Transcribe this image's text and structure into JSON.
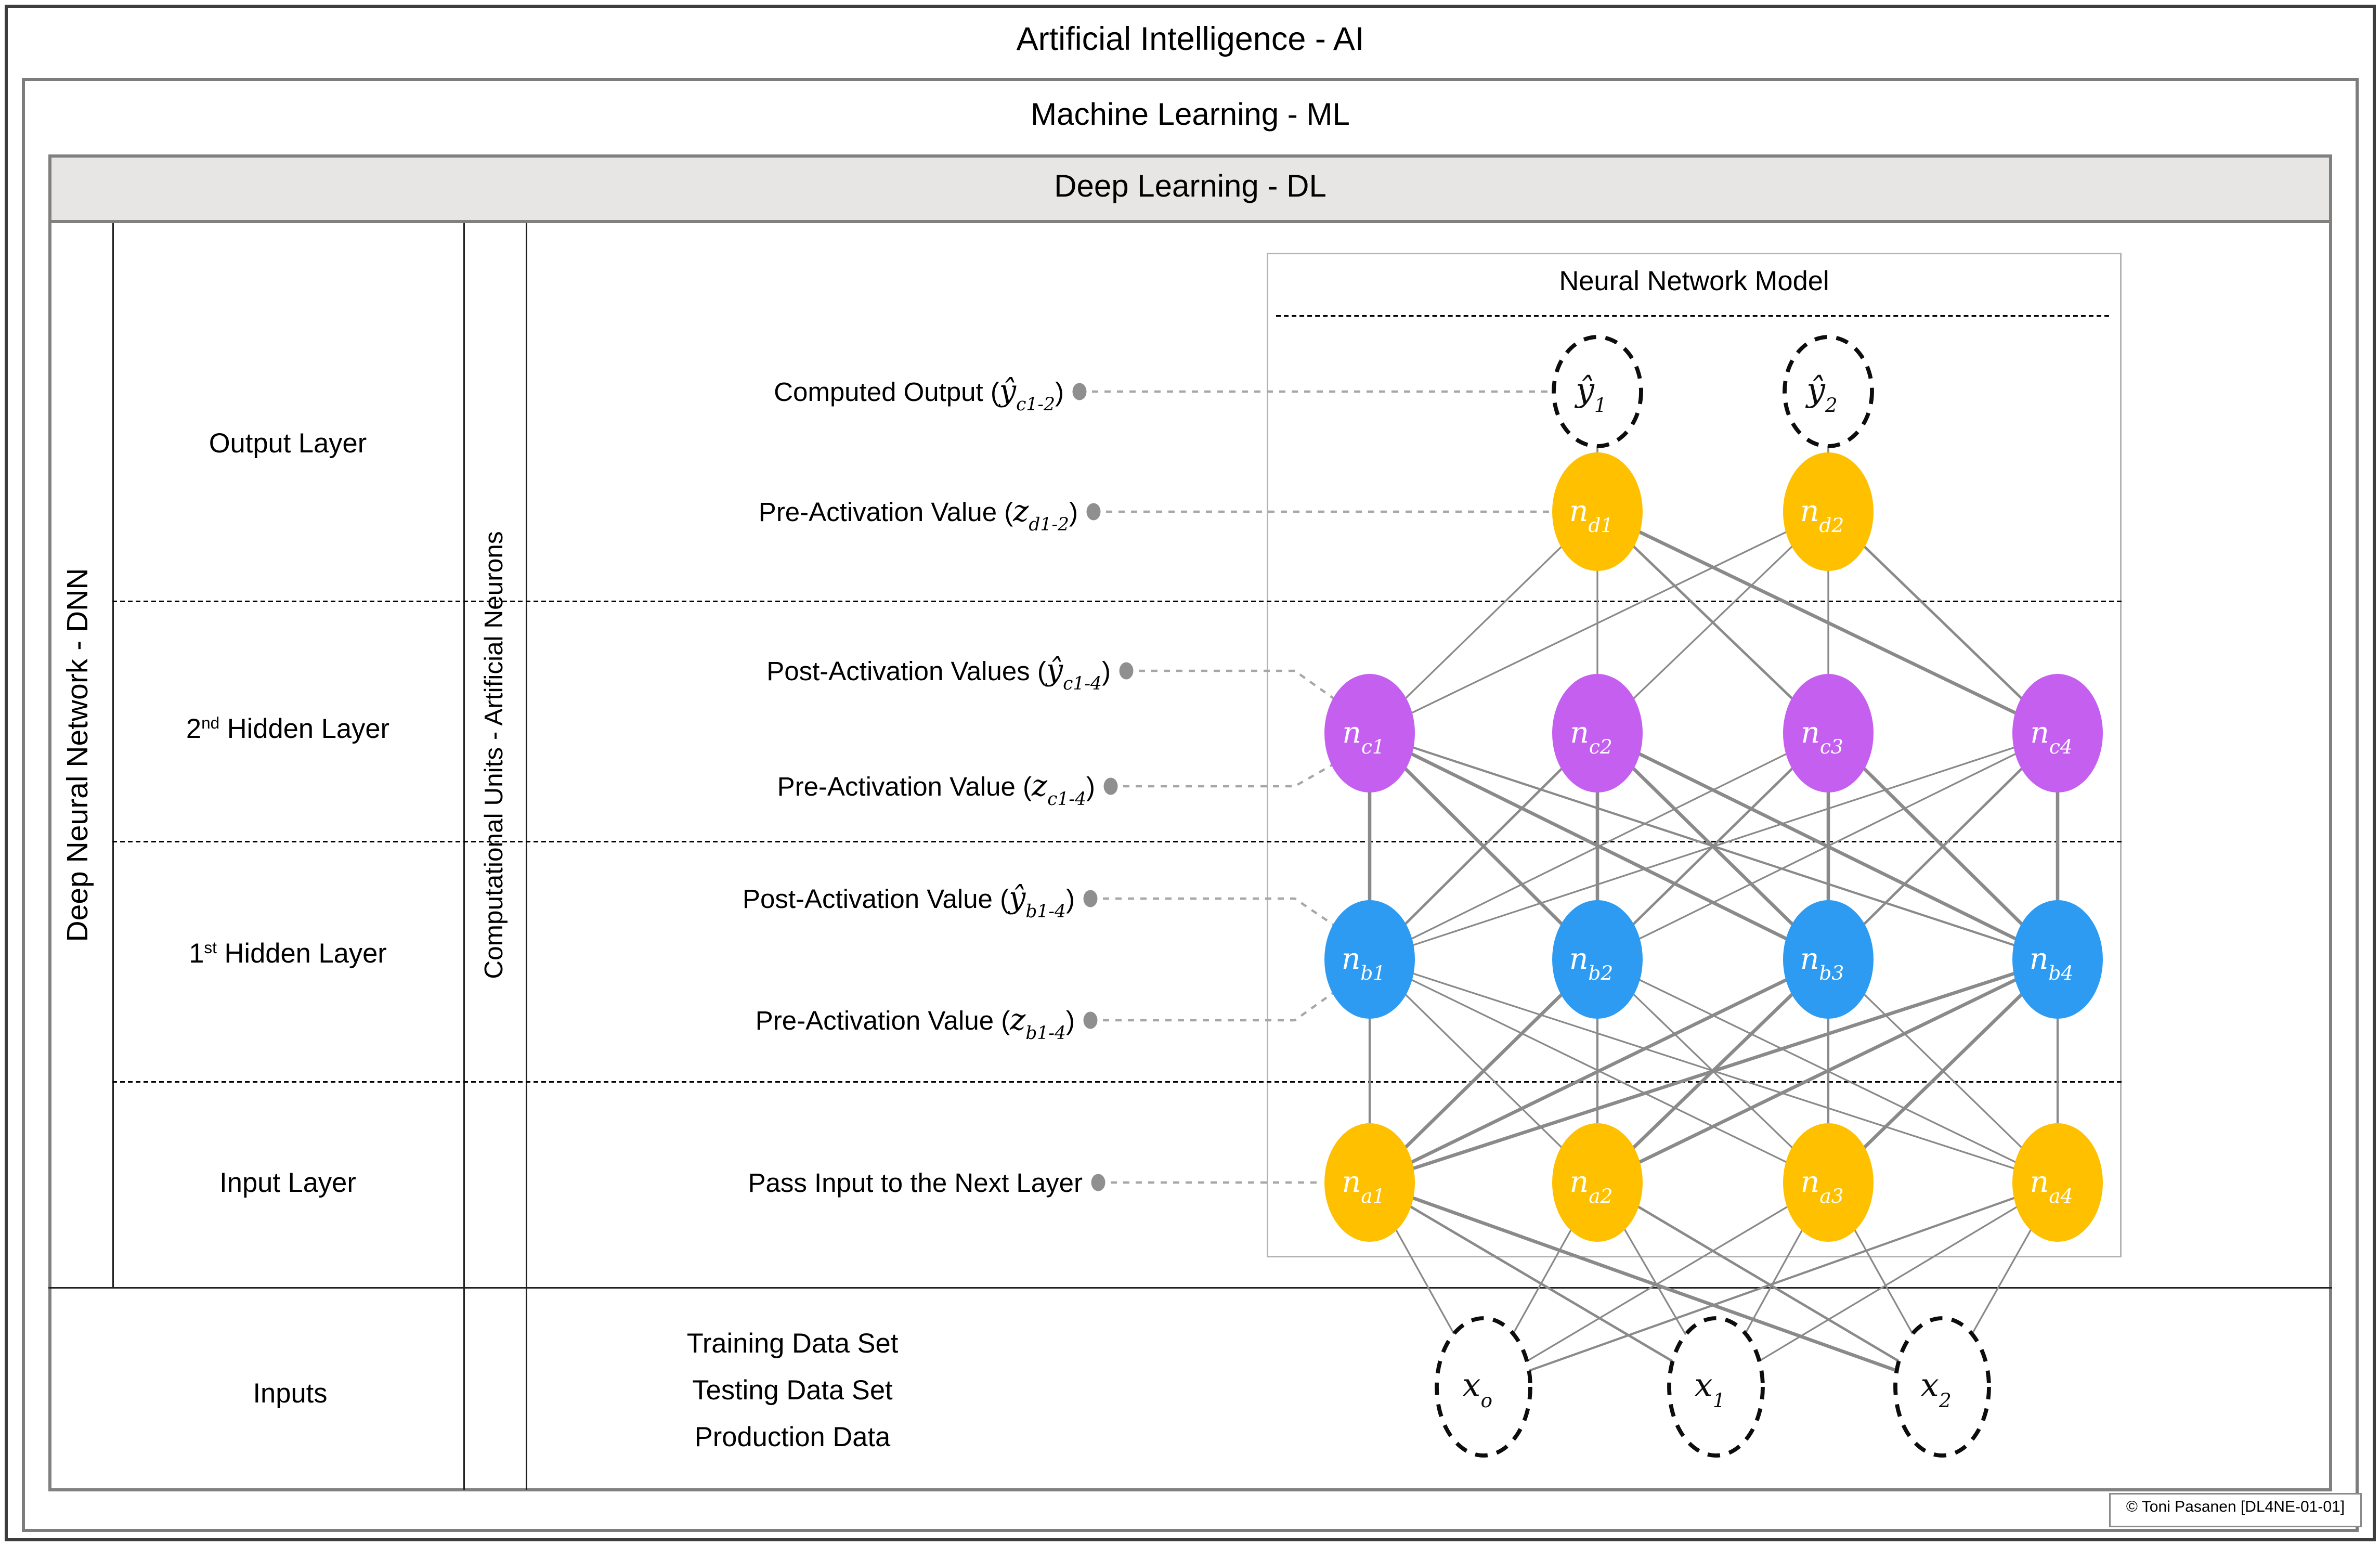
{
  "titles": {
    "ai": "Artificial Intelligence - AI",
    "ml": "Machine Learning - ML",
    "dl": "Deep Learning - DL",
    "nn": "Neural Network Model"
  },
  "rotated": {
    "dnn": "Deep Neural Network - DNN",
    "units": "Computational Units - Artificial Neurons"
  },
  "layer_rows": [
    {
      "pre": "Output Layer",
      "sup": "",
      "post": ""
    },
    {
      "pre": "2",
      "sup": "nd",
      "post": " Hidden Layer"
    },
    {
      "pre": "1",
      "sup": "st",
      "post": " Hidden Layer"
    },
    {
      "pre": "Input Layer",
      "sup": "",
      "post": ""
    }
  ],
  "annotations": [
    {
      "pre": "Computed Output (",
      "sym": "ŷ",
      "sub": "c1-2",
      "post": ")"
    },
    {
      "pre": "Pre-Activation Value (",
      "sym": "z",
      "sub": "d1-2",
      "post": ")"
    },
    {
      "pre": "Post-Activation Values (",
      "sym": "ŷ",
      "sub": "c1-4",
      "post": ")"
    },
    {
      "pre": "Pre-Activation Value (",
      "sym": "z",
      "sub": "c1-4",
      "post": ")"
    },
    {
      "pre": "Post-Activation Value (",
      "sym": "ŷ",
      "sub": "b1-4",
      "post": ")"
    },
    {
      "pre": "Pre-Activation Value (",
      "sym": "z",
      "sub": "b1-4",
      "post": ")"
    },
    {
      "pre": "Pass Input to the Next Layer",
      "sym": "",
      "sub": "",
      "post": ""
    }
  ],
  "inputs_row": {
    "label": "Inputs",
    "datasets": [
      "Training Data Set",
      "Testing Data Set",
      "Production Data"
    ]
  },
  "network": {
    "colors": {
      "orange": "#FFC000",
      "purple": "#C55FF0",
      "blue": "#2D9BF1",
      "edge": "#8A8A8A"
    },
    "layers": [
      {
        "id": "yhat",
        "style": "dashed",
        "color": "",
        "labels": [
          [
            "ŷ",
            "1"
          ],
          [
            "ŷ",
            "2"
          ]
        ]
      },
      {
        "id": "d",
        "style": "solid",
        "color": "orange",
        "labels": [
          [
            "n",
            "d1"
          ],
          [
            "n",
            "d2"
          ]
        ]
      },
      {
        "id": "c",
        "style": "solid",
        "color": "purple",
        "labels": [
          [
            "n",
            "c1"
          ],
          [
            "n",
            "c2"
          ],
          [
            "n",
            "c3"
          ],
          [
            "n",
            "c4"
          ]
        ]
      },
      {
        "id": "b",
        "style": "solid",
        "color": "blue",
        "labels": [
          [
            "n",
            "b1"
          ],
          [
            "n",
            "b2"
          ],
          [
            "n",
            "b3"
          ],
          [
            "n",
            "b4"
          ]
        ]
      },
      {
        "id": "a",
        "style": "solid",
        "color": "orange",
        "labels": [
          [
            "n",
            "a1"
          ],
          [
            "n",
            "a2"
          ],
          [
            "n",
            "a3"
          ],
          [
            "n",
            "a4"
          ]
        ]
      },
      {
        "id": "x",
        "style": "dashed",
        "color": "",
        "labels": [
          [
            "x",
            "o"
          ],
          [
            "x",
            "1"
          ],
          [
            "x",
            "2"
          ]
        ]
      }
    ]
  },
  "footer": {
    "credit": "© Toni Pasanen [DL4NE-01-01]"
  }
}
